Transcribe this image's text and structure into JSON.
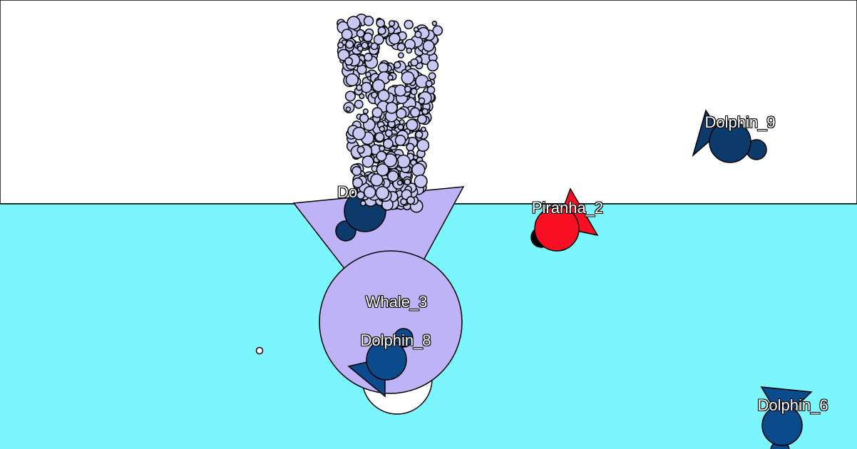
{
  "colors": {
    "air": "#ffffff",
    "water": "#7af6fc",
    "dolphin": "#0b3a6b",
    "dolphin_light": "#0b4a8c",
    "whale": "#bfb3f8",
    "piranha": "#f80f23",
    "bubble": "#c8c8f4",
    "outline": "#000000"
  },
  "entities": {
    "dolphin_9": {
      "label": "Dolphin_9"
    },
    "piranha_2": {
      "label": "Piranha_2"
    },
    "whale_3": {
      "label": "Whale_3"
    },
    "dolphin_8": {
      "label": "Dolphin_8"
    },
    "dolphin_6": {
      "label": "Dolphin_6"
    },
    "dolphin_partial": {
      "label": "Do"
    }
  }
}
